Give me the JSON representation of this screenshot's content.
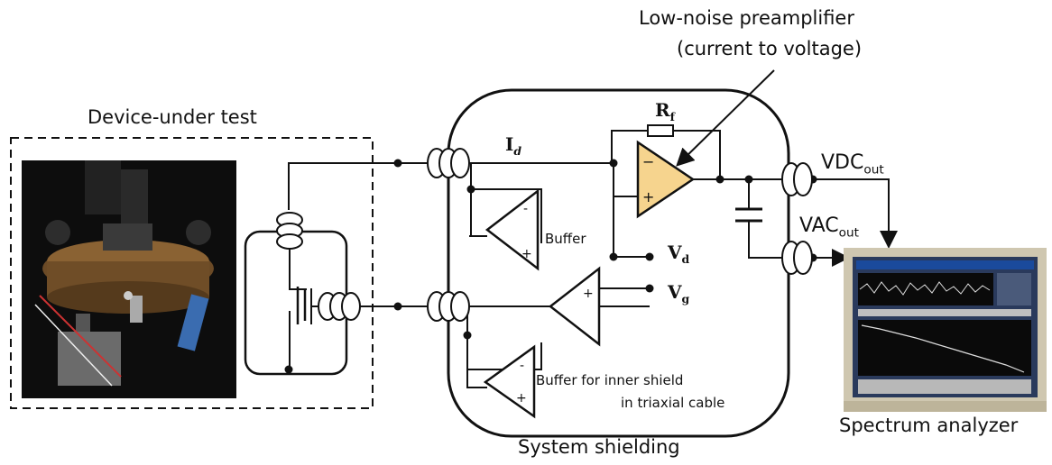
{
  "labels": {
    "preamp_line1": "Low-noise preamplifier",
    "preamp_line2": "(current to voltage)",
    "dut": "Device-under test",
    "system_shielding": "System shielding",
    "spectrum_analyzer": "Spectrum analyzer",
    "buffer": "Buffer",
    "buffer_inner_line1": "Buffer for inner shield",
    "buffer_inner_line2": "in triaxial cable",
    "rf_main": "R",
    "rf_sub": "f",
    "id_main": "I",
    "id_sub": "d",
    "vd_main": "V",
    "vd_sub": "d",
    "vg_main": "V",
    "vg_sub": "g",
    "vdc_main": "VDC",
    "vdc_sub": "out",
    "vac_main": "VAC",
    "vac_sub": "out"
  },
  "colors": {
    "opamp_fill": "#f6d48e",
    "line": "#111111",
    "monitor_bezel": "#d9d2bf",
    "screen_bg": "#2a3a5c"
  }
}
